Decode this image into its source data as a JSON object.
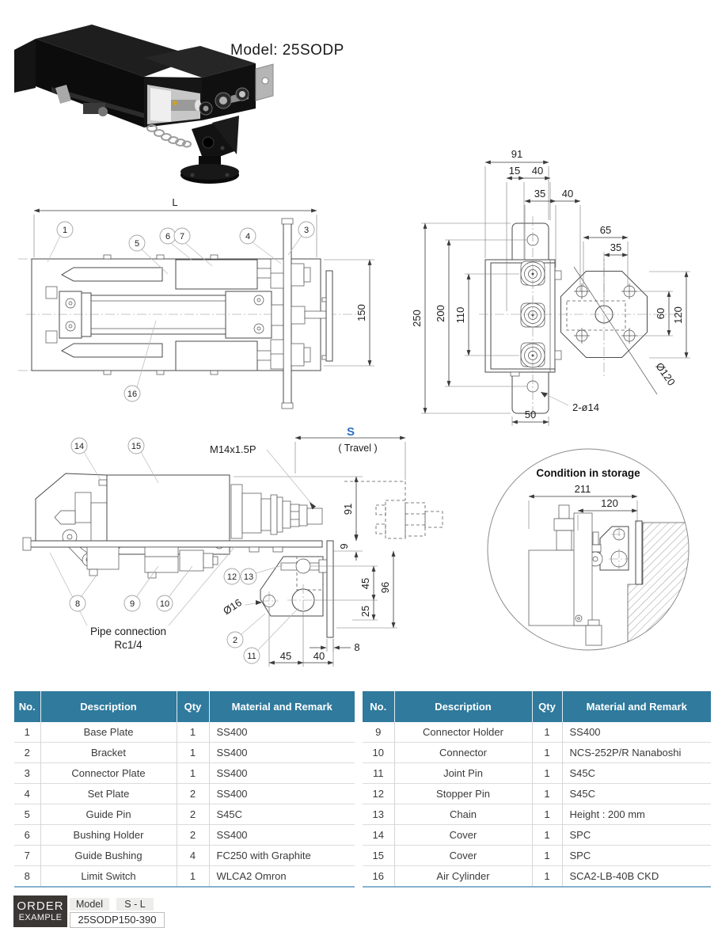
{
  "photo": {
    "model_title": "Model: 25SODP"
  },
  "top_view": {
    "dim_L": "L",
    "dim_150": "150",
    "c1": "1",
    "c5": "5",
    "c6": "6",
    "c7": "7",
    "c4": "4",
    "c3": "3",
    "c16": "16"
  },
  "end_view": {
    "dim_91": "91",
    "dim_15": "15",
    "dim_40a": "40",
    "dim_35a": "35",
    "dim_40b": "40",
    "dim_65": "65",
    "dim_35b": "35",
    "dim_250": "250",
    "dim_200": "200",
    "dim_110": "110",
    "dim_60": "60",
    "dim_120": "120",
    "label_d120": "Ø120",
    "label_2d14": "2-ø14",
    "dim_50": "50"
  },
  "side_view": {
    "label_thread": "M14x1.5P",
    "dim_S": "S",
    "label_travel": "( Travel )",
    "dim_91": "91",
    "dim_9": "9",
    "dim_96": "96",
    "dim_45_right": "45",
    "dim_25": "25",
    "dim_8": "8",
    "dim_45_bottom": "45",
    "dim_40_bottom": "40",
    "label_d16": "Ø16",
    "pipe_note_1": "Pipe connection",
    "pipe_note_2": "Rc1/4",
    "c14": "14",
    "c15": "15",
    "c8": "8",
    "c9": "9",
    "c10": "10",
    "c12": "12",
    "c13": "13",
    "c2": "2",
    "c11": "11"
  },
  "storage_view": {
    "title": "Condition in storage",
    "dim_211": "211",
    "dim_120": "120"
  },
  "parts_table": {
    "headers": {
      "no": "No.",
      "description": "Description",
      "qty": "Qty",
      "material": "Material and Remark"
    },
    "left_rows": [
      {
        "no": "1",
        "desc": "Base Plate",
        "qty": "1",
        "material": "SS400"
      },
      {
        "no": "2",
        "desc": "Bracket",
        "qty": "1",
        "material": "SS400"
      },
      {
        "no": "3",
        "desc": "Connector Plate",
        "qty": "1",
        "material": "SS400"
      },
      {
        "no": "4",
        "desc": "Set Plate",
        "qty": "2",
        "material": "SS400"
      },
      {
        "no": "5",
        "desc": "Guide Pin",
        "qty": "2",
        "material": "S45C"
      },
      {
        "no": "6",
        "desc": "Bushing Holder",
        "qty": "2",
        "material": "SS400"
      },
      {
        "no": "7",
        "desc": "Guide Bushing",
        "qty": "4",
        "material": "FC250 with Graphite"
      },
      {
        "no": "8",
        "desc": "Limit Switch",
        "qty": "1",
        "material": "WLCA2 Omron"
      }
    ],
    "right_rows": [
      {
        "no": "9",
        "desc": "Connector Holder",
        "qty": "1",
        "material": "SS400"
      },
      {
        "no": "10",
        "desc": "Connector",
        "qty": "1",
        "material": "NCS-252P/R Nanaboshi"
      },
      {
        "no": "11",
        "desc": "Joint Pin",
        "qty": "1",
        "material": "S45C"
      },
      {
        "no": "12",
        "desc": "Stopper Pin",
        "qty": "1",
        "material": "S45C"
      },
      {
        "no": "13",
        "desc": "Chain",
        "qty": "1",
        "material": "Height : 200 mm"
      },
      {
        "no": "14",
        "desc": "Cover",
        "qty": "1",
        "material": "SPC"
      },
      {
        "no": "15",
        "desc": "Cover",
        "qty": "1",
        "material": "SPC"
      },
      {
        "no": "16",
        "desc": "Air Cylinder",
        "qty": "1",
        "material": "SCA2-LB-40B CKD"
      }
    ]
  },
  "order_example": {
    "tag_line1": "ORDER",
    "tag_line2": "EXAMPLE",
    "model_label": "Model",
    "size_code": "S - L",
    "example_code": "25SODP150-390"
  },
  "colors": {
    "table_header_bg": "#2f7a9d",
    "travel_blue": "#2e6fc4",
    "table_bottom_border": "#86b3cd",
    "order_tag_bg": "#3b3734",
    "drawing_line": "#4a4a4a"
  }
}
